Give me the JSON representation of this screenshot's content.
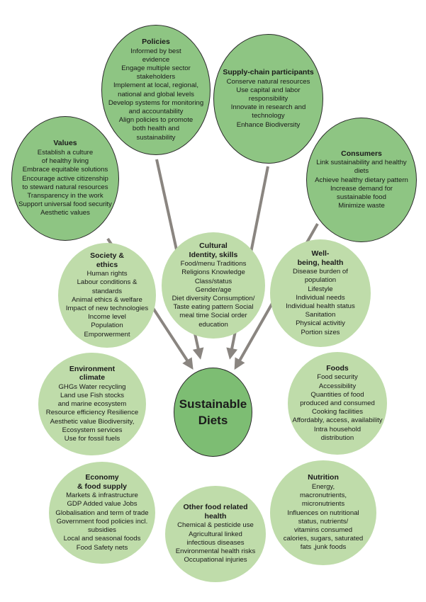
{
  "center": {
    "title": "Sustainable\nDiets"
  },
  "nodes": [
    {
      "key": "policies",
      "title": "Policies",
      "lines": [
        "Informed by best",
        "evidence",
        "Engage multiple sector",
        "stakeholders",
        "Implement at local, regional,",
        "national and global levels",
        "Develop systems for monitoring",
        "and accountability",
        "Align policies to promote",
        "both health and",
        "sustainability"
      ]
    },
    {
      "key": "supply-chain",
      "title": "Supply-chain participants",
      "lines": [
        "Conserve natural resources",
        "Use capital and labor",
        "responsibility",
        "Innovate in research and",
        "technology",
        "Enhance Biodiversity"
      ]
    },
    {
      "key": "values",
      "title": "Values",
      "lines": [
        "Establish a culture",
        "of healthy living",
        "Embrace equitable solutions",
        "Encourage active citizenship",
        "to steward natural resources",
        "Transparency in the work",
        "Support universal food security",
        "Aesthetic values"
      ]
    },
    {
      "key": "consumers",
      "title": "Consumers",
      "lines": [
        "Link sustainability and healthy",
        "diets",
        "Achieve healthy dietary pattern",
        "Increase demand for",
        "sustainable food",
        "Minimize waste"
      ]
    },
    {
      "key": "society-ethics",
      "title": "Society &\nethics",
      "lines": [
        "Human rights",
        "Labour conditions &",
        "standards",
        "Animal ethics & welfare",
        "Impact of new technologies",
        "Income level",
        "Population",
        "Emporwerment"
      ]
    },
    {
      "key": "cultural",
      "title": "Cultural\nIdentity, skills",
      "lines": [
        "Food/menu Traditions",
        "Religions Knowledge",
        "Class/status",
        "Gender/age",
        "Diet diversity Consumption/",
        "Taste eating pattern Social",
        "meal time Social order",
        "education"
      ]
    },
    {
      "key": "wellbeing",
      "title": "Well-\nbeing, health",
      "lines": [
        "Disease burden of",
        "population",
        "Lifestyle",
        "Individual needs",
        "Individual health status",
        "Sanitation",
        "Physical activitiy",
        "Portion sizes"
      ]
    },
    {
      "key": "environment",
      "title": "Environment\nclimate",
      "lines": [
        "GHGs Water recycling",
        "Land use Fish stocks",
        "and marine ecosystem",
        "Resource efficiency Resilience",
        "Aesthetic value Biodiversity,",
        "Ecosystem services",
        "Use for fossil fuels"
      ]
    },
    {
      "key": "foods",
      "title": "Foods",
      "lines": [
        "Food security",
        "Accessibility",
        "Quantities of food",
        "produced and consumed",
        "Cooking facilities",
        "Affordably, access, availability",
        "Intra household",
        "distribution"
      ]
    },
    {
      "key": "economy",
      "title": "Economy\n& food supply",
      "lines": [
        "Markets & infrastructure",
        "GDP Added value Jobs",
        "Globalisation and term of trade",
        "Government food policies incl.",
        "subsidies",
        "Local and seasonal foods",
        "Food Safety nets"
      ]
    },
    {
      "key": "other-health",
      "title": "Other food related\nhealth",
      "lines": [
        "Chemical & pesticide use",
        "Agricultural linked",
        "infectious diseases",
        "Environmental health risks",
        "Occupational injuries"
      ]
    },
    {
      "key": "nutrition",
      "title": "Nutrition",
      "lines": [
        "Energy,",
        "macronutrients,",
        "micronutrients",
        "Influences on nutritional",
        "status, nutrients/",
        "vitamins consumed",
        "calories, sugars, saturated",
        "fats ,junk foods"
      ]
    }
  ]
}
